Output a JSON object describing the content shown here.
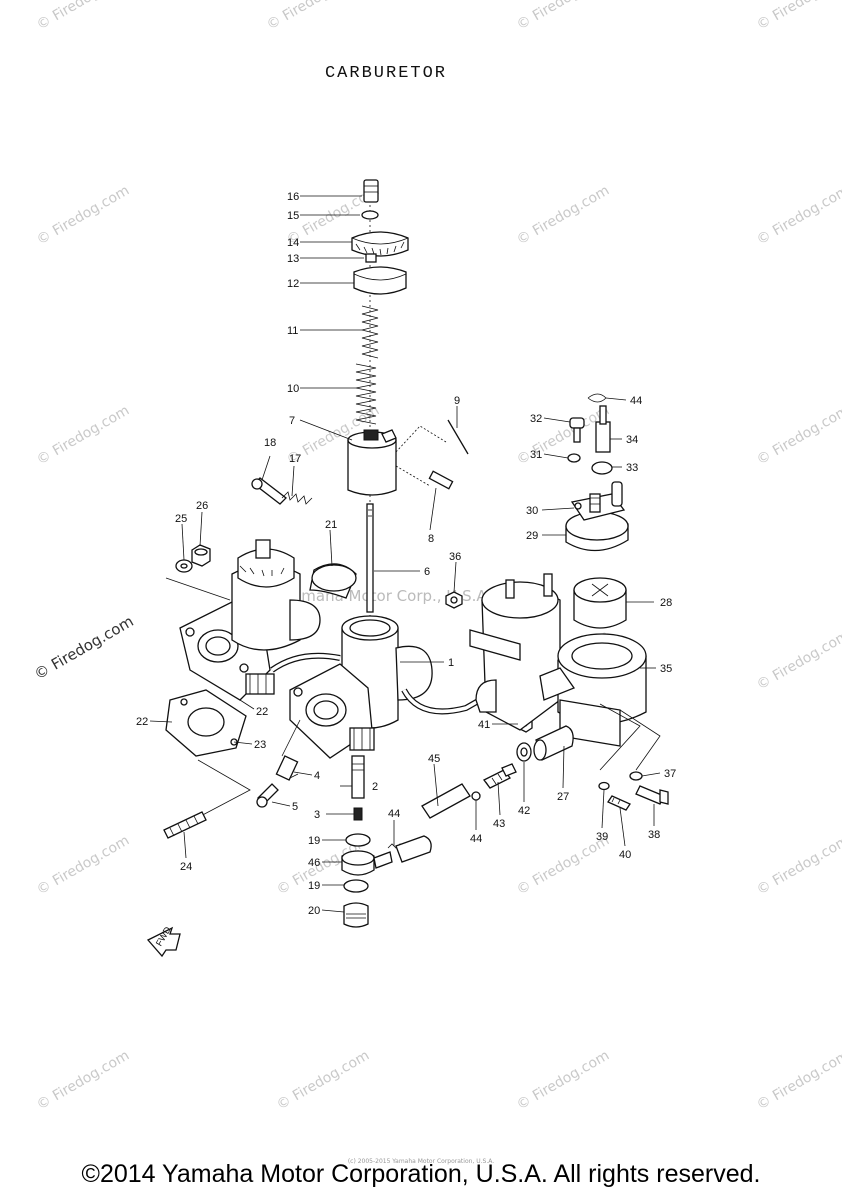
{
  "title": "CARBURETOR",
  "watermark": "© Firedog.com",
  "center_watermark": "Yamaha Motor Corp., U.S.A.",
  "fwd_label": "FWD",
  "copyright": "©2014 Yamaha Motor Corporation, U.S.A. All rights reserved.",
  "small_copyright": "(c) 2005-2015 Yamaha Motor Corporation, U.S.A.",
  "callouts": {
    "c1": "1",
    "c2": "2",
    "c3": "3",
    "c4": "4",
    "c5": "5",
    "c6": "6",
    "c7": "7",
    "c8": "8",
    "c9": "9",
    "c10": "10",
    "c11": "11",
    "c12": "12",
    "c13": "13",
    "c14": "14",
    "c15": "15",
    "c16": "16",
    "c17": "17",
    "c18": "18",
    "c19a": "19",
    "c19b": "19",
    "c20": "20",
    "c21": "21",
    "c22a": "22",
    "c22b": "22",
    "c23": "23",
    "c24": "24",
    "c25": "25",
    "c26": "26",
    "c27": "27",
    "c28": "28",
    "c29": "29",
    "c30": "30",
    "c31": "31",
    "c32": "32",
    "c33": "33",
    "c34": "34",
    "c35": "35",
    "c36": "36",
    "c37": "37",
    "c38": "38",
    "c39": "39",
    "c40": "40",
    "c41": "41",
    "c42": "42",
    "c43": "43",
    "c44a": "44",
    "c44b": "44",
    "c44c": "44",
    "c45": "45",
    "c46": "46"
  }
}
